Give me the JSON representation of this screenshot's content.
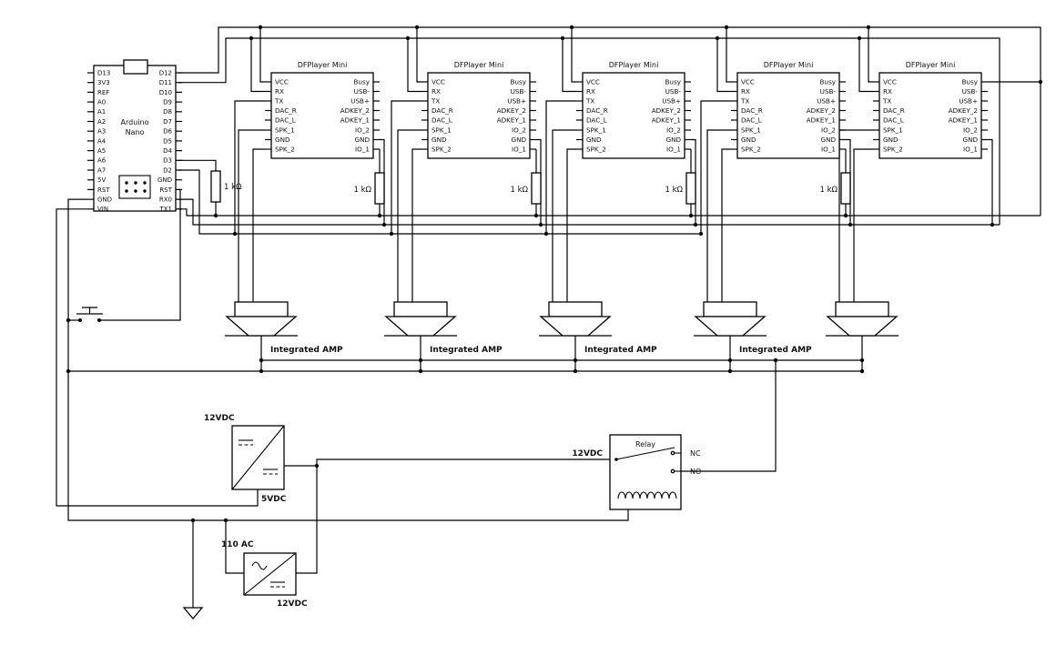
{
  "colors": {
    "wire": "#000000",
    "background": "#ffffff",
    "text": "#111111"
  },
  "arduino": {
    "title_lines": [
      "Arduino",
      "Nano"
    ],
    "left_pins": [
      "D13",
      "3V3",
      "REF",
      "A0",
      "A1",
      "A2",
      "A3",
      "A4",
      "A5",
      "A6",
      "A7",
      "5V",
      "RST",
      "GND",
      "VIN"
    ],
    "right_pins": [
      "D12",
      "D11",
      "D10",
      "D9",
      "D8",
      "D7",
      "D6",
      "D5",
      "D4",
      "D3",
      "D2",
      "GND",
      "RST",
      "RX0",
      "TX1"
    ]
  },
  "dfplayer_modules": [
    {
      "title": "DFPlayer Mini",
      "left_pins": [
        "VCC",
        "RX",
        "TX",
        "DAC_R",
        "DAC_L",
        "SPK_1",
        "GND",
        "SPK_2"
      ],
      "right_pins": [
        "Busy",
        "USB-",
        "USB+",
        "ADKEY_2",
        "ADKEY_1",
        "IO_2",
        "GND",
        "IO_1"
      ]
    },
    {
      "title": "DFPlayer Mini",
      "left_pins": [
        "VCC",
        "RX",
        "TX",
        "DAC_R",
        "DAC_L",
        "SPK_1",
        "GND",
        "SPK_2"
      ],
      "right_pins": [
        "Busy",
        "USB-",
        "USB+",
        "ADKEY_2",
        "ADKEY_1",
        "IO_2",
        "GND",
        "IO_1"
      ]
    },
    {
      "title": "DFPlayer Mini",
      "left_pins": [
        "VCC",
        "RX",
        "TX",
        "DAC_R",
        "DAC_L",
        "SPK_1",
        "GND",
        "SPK_2"
      ],
      "right_pins": [
        "Busy",
        "USB-",
        "USB+",
        "ADKEY_2",
        "ADKEY_1",
        "IO_2",
        "GND",
        "IO_1"
      ]
    },
    {
      "title": "DFPlayer Mini",
      "left_pins": [
        "VCC",
        "RX",
        "TX",
        "DAC_R",
        "DAC_L",
        "SPK_1",
        "GND",
        "SPK_2"
      ],
      "right_pins": [
        "Busy",
        "USB-",
        "USB+",
        "ADKEY_2",
        "ADKEY_1",
        "IO_2",
        "GND",
        "IO_1"
      ]
    },
    {
      "title": "DFPlayer Mini",
      "left_pins": [
        "VCC",
        "RX",
        "TX",
        "DAC_R",
        "DAC_L",
        "SPK_1",
        "GND",
        "SPK_2"
      ],
      "right_pins": [
        "Busy",
        "USB-",
        "USB+",
        "ADKEY_2",
        "ADKEY_1",
        "IO_2",
        "GND",
        "IO_1"
      ]
    }
  ],
  "resistors": [
    {
      "label": "1 kΩ"
    },
    {
      "label": "1 kΩ"
    },
    {
      "label": "1 kΩ"
    },
    {
      "label": "1 kΩ"
    },
    {
      "label": "1 kΩ"
    }
  ],
  "amplifiers": [
    {
      "label": "Integrated AMP"
    },
    {
      "label": "Integrated AMP"
    },
    {
      "label": "Integrated AMP"
    },
    {
      "label": "Integrated AMP"
    }
  ],
  "power": {
    "dc_dc_converter": {
      "input_label": "12VDC",
      "output_label": "5VDC"
    },
    "ac_dc_converter": {
      "input_label": "110 AC",
      "output_label": "12VDC"
    }
  },
  "relay": {
    "label": "Relay",
    "contact_nc": "NC",
    "contact_no": "NO",
    "coil_voltage_label": "12VDC"
  }
}
